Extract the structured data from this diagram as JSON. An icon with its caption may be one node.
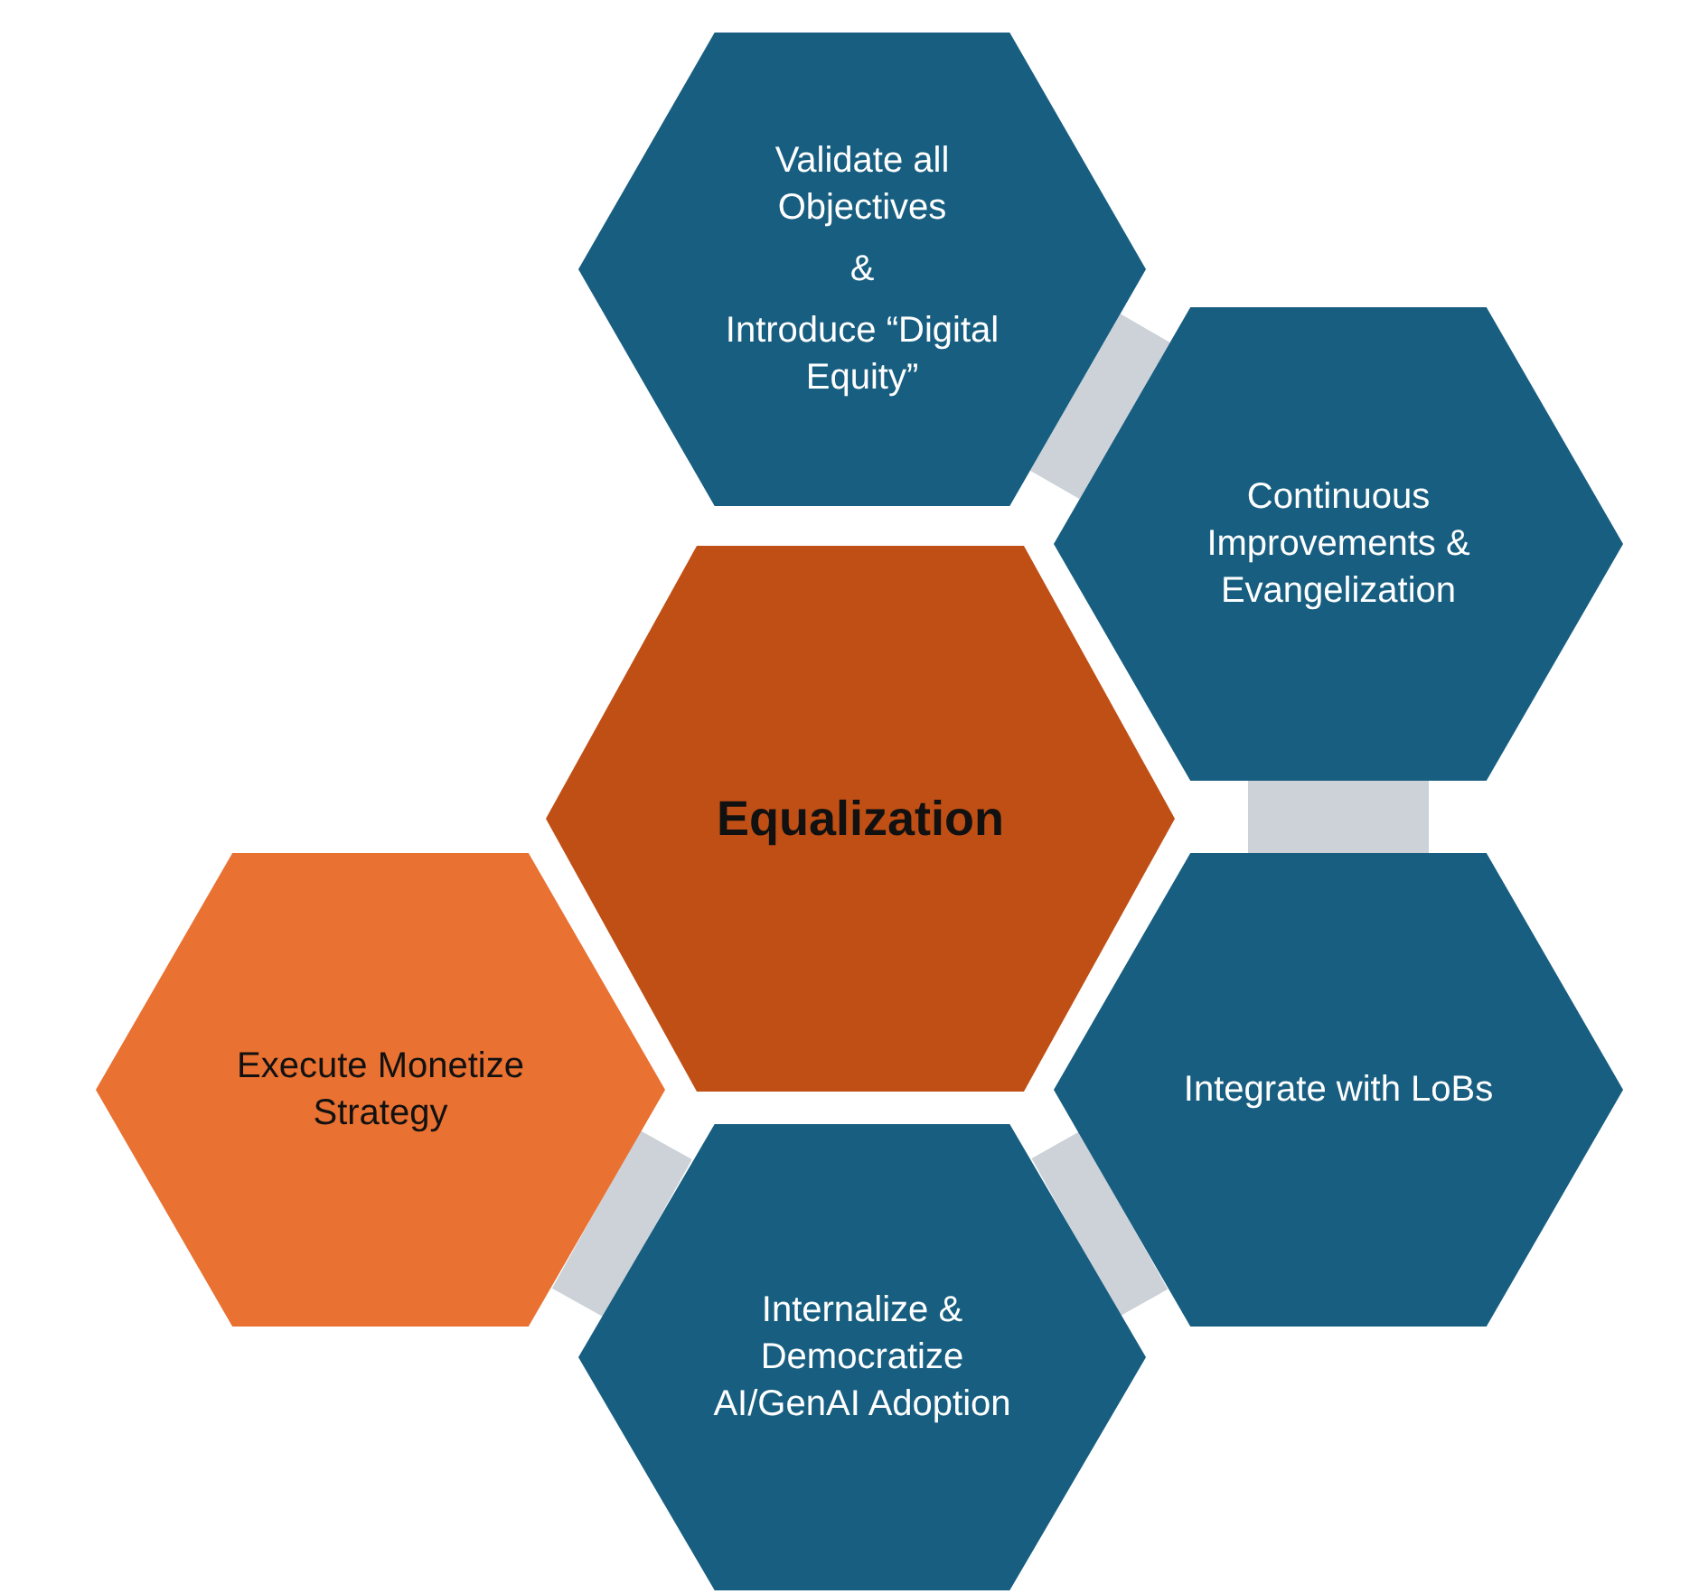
{
  "diagram": {
    "nodes": [
      {
        "text": [
          "Validate all Objectives",
          "&",
          "Introduce “Digital Equity”"
        ]
      },
      {
        "text": [
          "Continuous Improvements & Evangelization"
        ]
      },
      {
        "text": [
          "Equalization"
        ]
      },
      {
        "text": [
          "Execute Monetize Strategy"
        ]
      },
      {
        "text": [
          "Integrate with LoBs"
        ]
      },
      {
        "text": [
          "Internalize & Democratize AI/GenAI Adoption"
        ]
      }
    ],
    "edges": [
      {
        "from": 0,
        "to": 1,
        "arrow": "none"
      },
      {
        "from": 1,
        "to": 4,
        "arrow": "none"
      },
      {
        "from": 4,
        "to": 5,
        "arrow": "none"
      },
      {
        "from": 5,
        "to": 3,
        "arrow": "none"
      }
    ]
  }
}
